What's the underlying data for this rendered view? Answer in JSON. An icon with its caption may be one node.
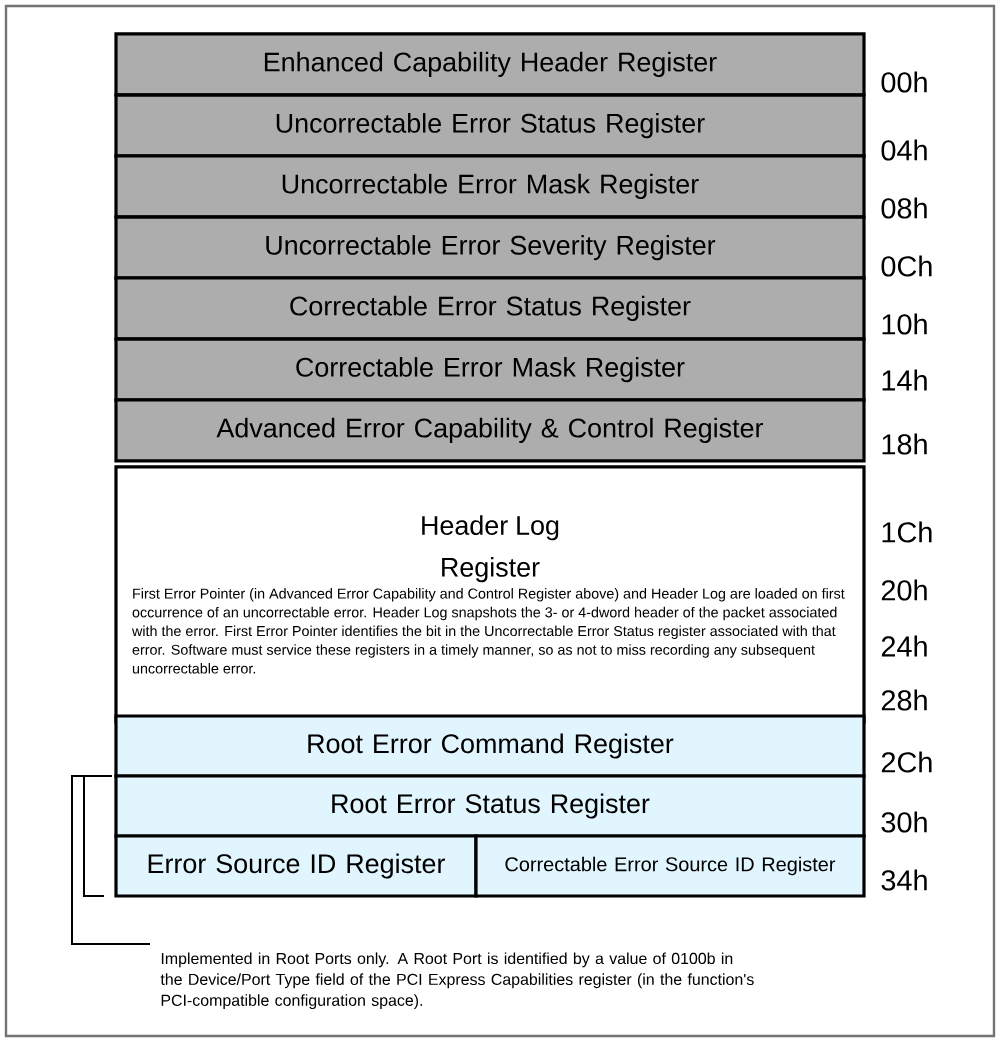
{
  "diagram": {
    "nodes": [
      {
        "text": [
          "Enhanced Capability Header Register"
        ]
      },
      {
        "text": [
          "Uncorrectable Error Status Register"
        ]
      },
      {
        "text": [
          "Uncorrectable Error Mask Register"
        ]
      },
      {
        "text": [
          "Uncorrectable Error Severity Register"
        ]
      },
      {
        "text": [
          "Correctable Error Status Register"
        ]
      },
      {
        "text": [
          "Correctable Error Mask Register"
        ]
      },
      {
        "text": [
          "Advanced Error Capability & Control Register"
        ]
      },
      {
        "text": [
          "Header Log Register",
          "First Error Pointer (in Advanced Error Capability and Control Register above) and Header Log are loaded on first occurrence of an uncorrectable error. Header Log snapshots the 3- or 4-dword header of the packet associated with the error. First Error Pointer identifies the bit in the Uncorrectable Error Status register associated with that error. Software must service these registers in a timely manner, so as not to miss recording any subsequent uncorrectable error."
        ]
      },
      {
        "text": [
          "Root Error Command Register"
        ]
      },
      {
        "text": [
          "Root Error Status Register"
        ]
      },
      {
        "text": [
          "Error Source ID Register"
        ]
      },
      {
        "text": [
          "Correctable Error Source ID Register"
        ]
      }
    ],
    "labels": [
      "00h",
      "04h",
      "08h",
      "0Ch",
      "10h",
      "14h",
      "18h",
      "1Ch",
      "20h",
      "24h",
      "28h",
      "2Ch",
      "30h",
      "34h",
      "Implemented in Root Ports only. A Root Port is identified by a value of 0100b in the Device/Port Type field of the PCI Express Capabilities register (in the function's PCI-compatible configuration space)."
    ]
  }
}
